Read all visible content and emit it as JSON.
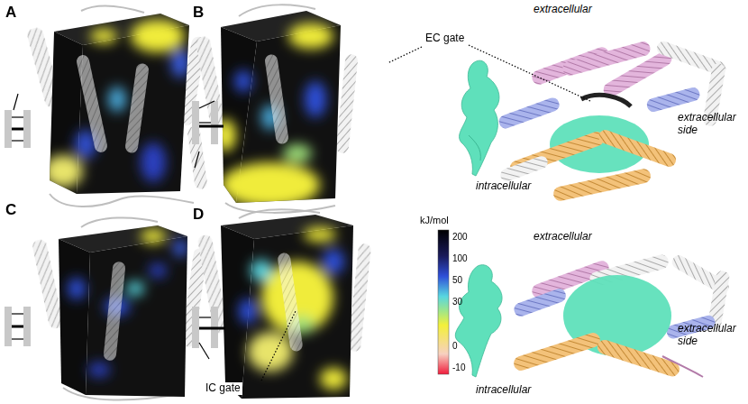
{
  "diagram": {
    "labels": [
      "A",
      "B",
      "C",
      "D",
      "EC gate",
      "extracellular",
      "intracellular",
      "extracellular side",
      "kJ/mol",
      "200",
      "100",
      "50",
      "30",
      "0",
      "-10",
      "extracellular",
      "intracellular",
      "extracellular side",
      "IC gate"
    ]
  }
}
